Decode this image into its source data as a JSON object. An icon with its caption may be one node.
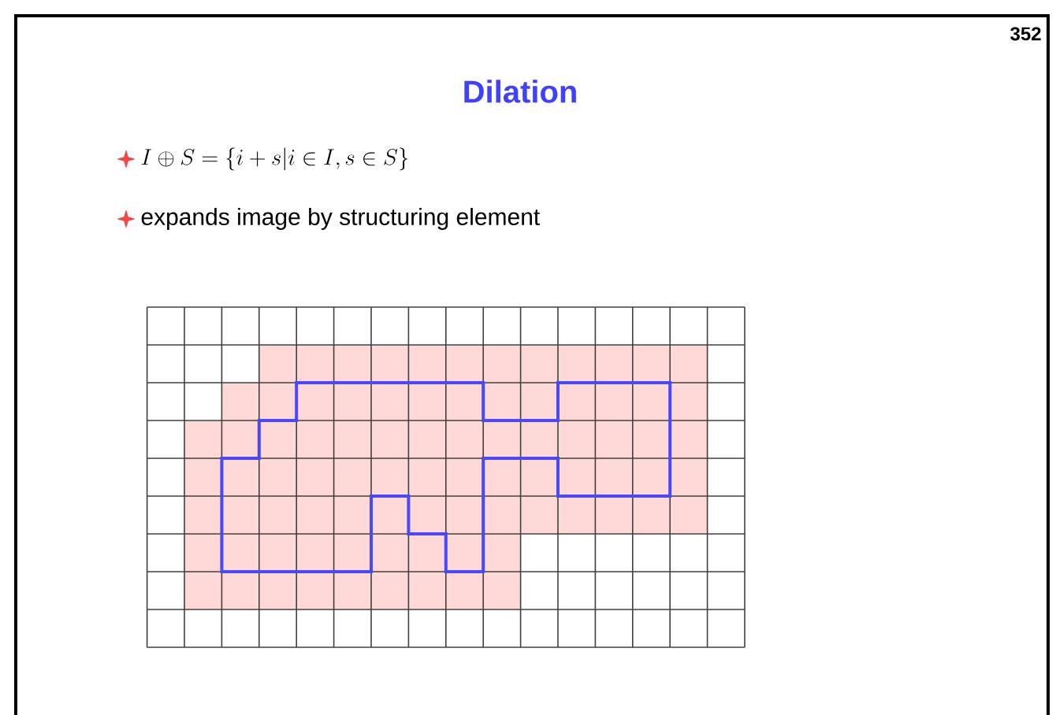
{
  "diagram": {
    "title": "Dilation",
    "labels": [
      "352",
      "I \\oplus S = \\{i + s | i \\in I, s \\in S\\}",
      "expands image by structuring element"
    ]
  }
}
